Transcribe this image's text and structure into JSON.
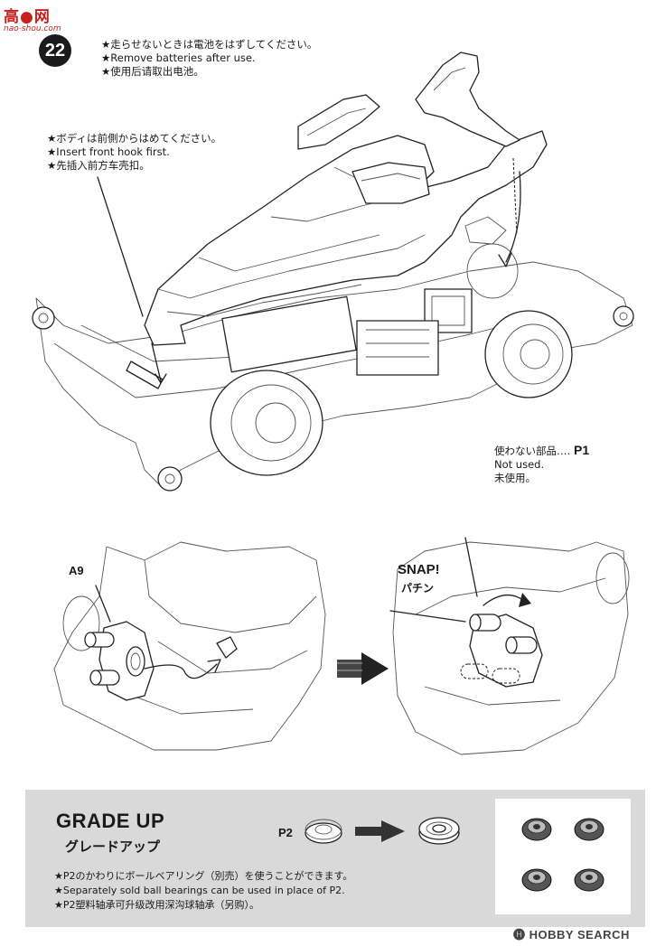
{
  "watermark": {
    "brand": "高●网",
    "sub": "nao-shou.com"
  },
  "step": {
    "number": "22"
  },
  "battery_note": {
    "jp": "★走らせないときは電池をはずしてください。",
    "en": "★Remove batteries after use.",
    "cn": "★使用后请取出电池。"
  },
  "body_note": {
    "jp": "★ボディは前側からはめてください。",
    "en": "★Insert front hook first.",
    "cn": "★先插入前方车壳扣。"
  },
  "unused": {
    "jp": "使わない部品‥‥",
    "part": "P1",
    "en": "Not used.",
    "cn": "未使用。"
  },
  "detail": {
    "part_label": "A9",
    "snap_en": "SNAP!",
    "snap_jp": "パチン"
  },
  "grade_up": {
    "title": "GRADE UP",
    "title_jp": "グレードアップ",
    "part_label": "P2",
    "notes": [
      "★P2のかわりにボールベアリング（別売）を使うことができます。",
      "★Separately sold ball bearings can be used in place of P2.",
      "★P2塑料轴承可升级改用深沟球轴承（另购）。"
    ]
  },
  "footer": {
    "brand": "HOBBY SEARCH"
  }
}
